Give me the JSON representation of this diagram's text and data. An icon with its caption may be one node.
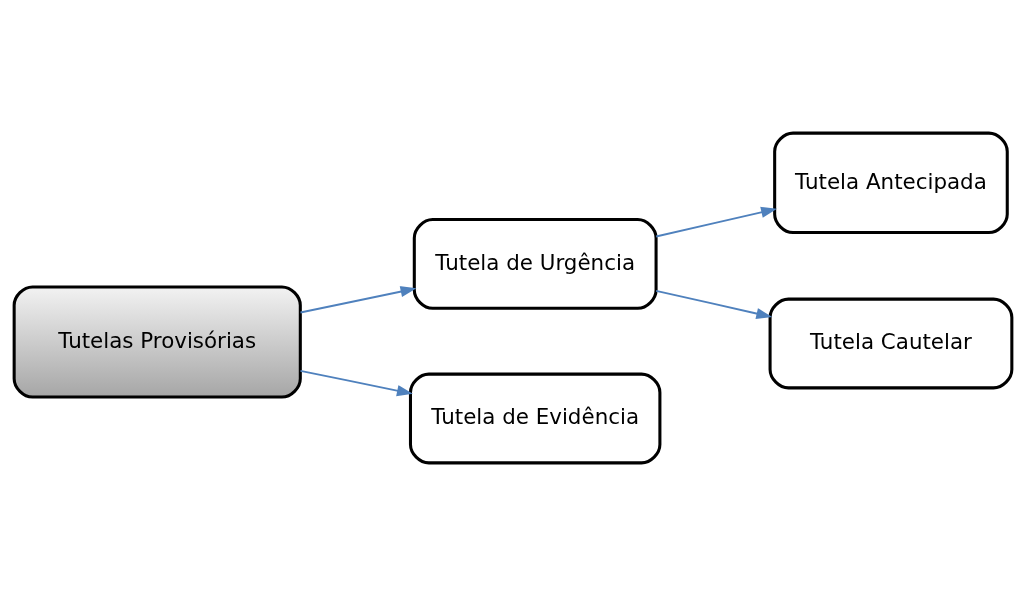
{
  "diagram": {
    "nodes": [
      {
        "text": [
          "Tutelas Provisórias"
        ]
      },
      {
        "text": [
          "Tutela de Urgência"
        ]
      },
      {
        "text": [
          "Tutela Antecipada"
        ]
      },
      {
        "text": [
          "Tutela Cautelar"
        ]
      },
      {
        "text": [
          "Tutela de Evidência"
        ]
      }
    ],
    "edges": [
      {
        "from": 0,
        "to": 1,
        "arrow": "to"
      },
      {
        "from": 1,
        "to": 2,
        "arrow": "to"
      },
      {
        "from": 1,
        "to": 3,
        "arrow": "to"
      },
      {
        "from": 0,
        "to": 4,
        "arrow": "to"
      }
    ]
  }
}
